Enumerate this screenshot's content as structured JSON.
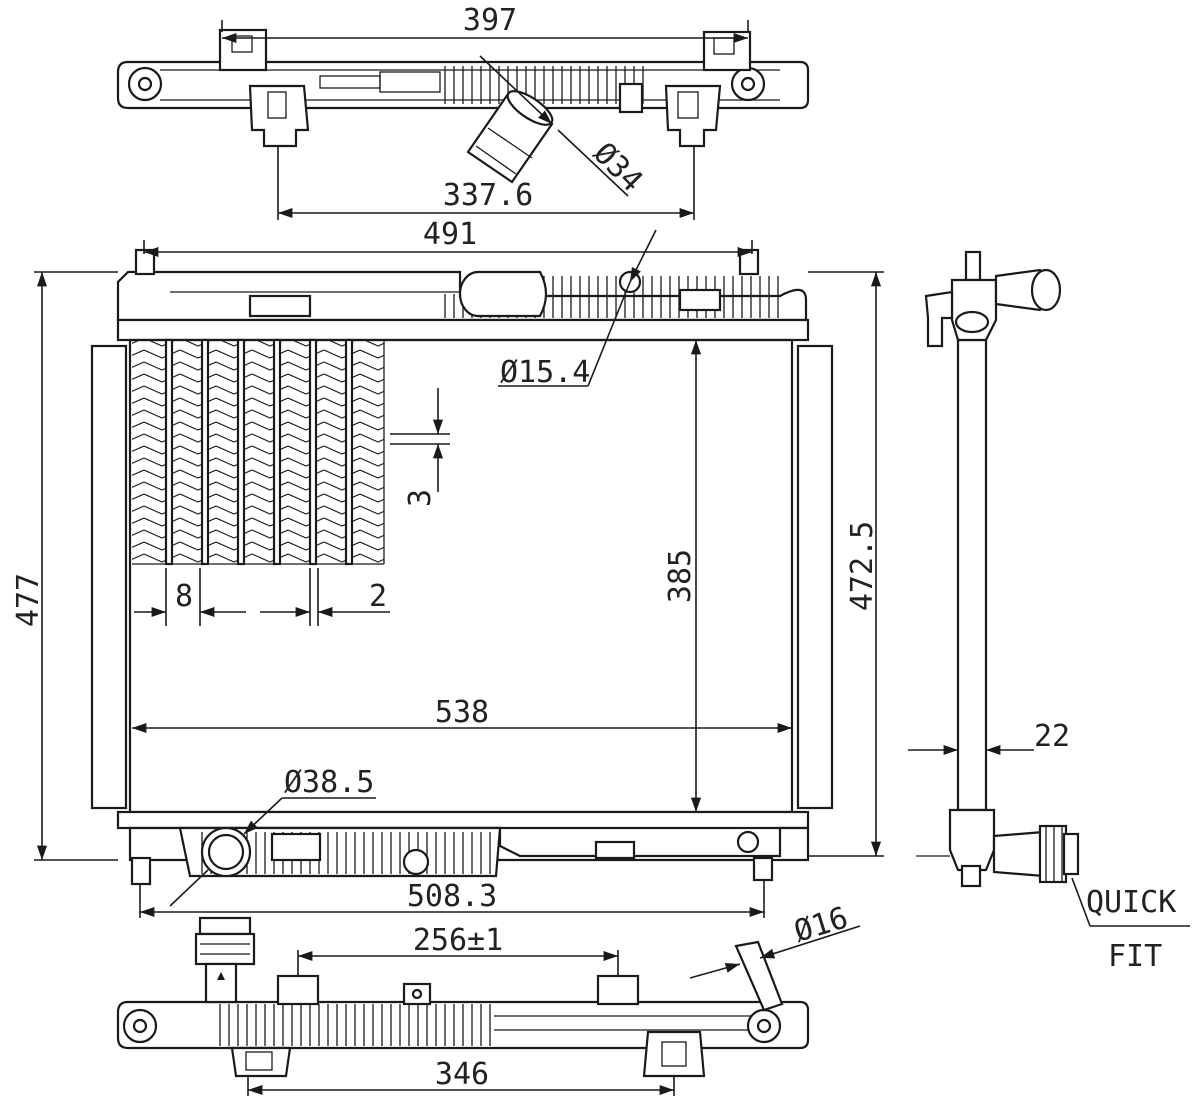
{
  "dimensions": {
    "top_tank_length": "397",
    "top_mount_spacing": "337.6",
    "top_inlet_diameter": "Ø34",
    "overall_width": "491",
    "vent_diameter": "Ø15.4",
    "overall_height_left": "477",
    "fin_pitch": "3",
    "tube_pitch": "8",
    "tube_width": "2",
    "core_height": "385",
    "overall_height_right": "472.5",
    "core_width": "538",
    "outlet_diameter": "Ø38.5",
    "bottom_tank_width": "508.3",
    "core_depth": "22",
    "bottom_mount_spacing": "256±1",
    "bottom_small_pipe_diameter": "Ø16",
    "bottom_tank_length": "346"
  },
  "notes": {
    "quick_fit_line1": "QUICK",
    "quick_fit_line2": "FIT"
  },
  "colors": {
    "line": "#1a1a1a",
    "background": "#ffffff"
  }
}
